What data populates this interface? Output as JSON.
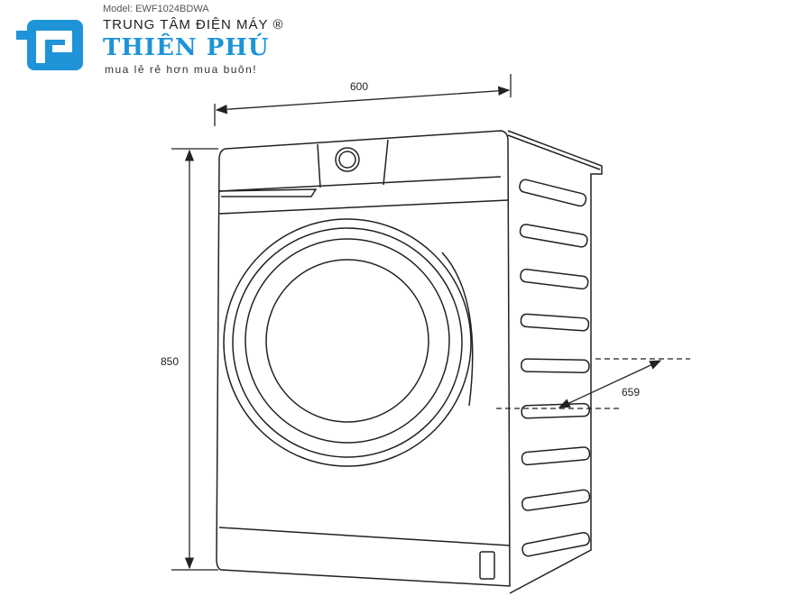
{
  "logo": {
    "brand_top": "TRUNG TÂM ĐIỆN MÁY ®",
    "brand_main": "THIÊN PHÚ",
    "slogan": "mua lẻ rẻ hơn mua buôn!",
    "model_label": "Model:",
    "model_value": "EWF1024BDWA",
    "color": "#1e93d8"
  },
  "dimensions": {
    "width": "600",
    "height": "850",
    "depth": "659"
  }
}
